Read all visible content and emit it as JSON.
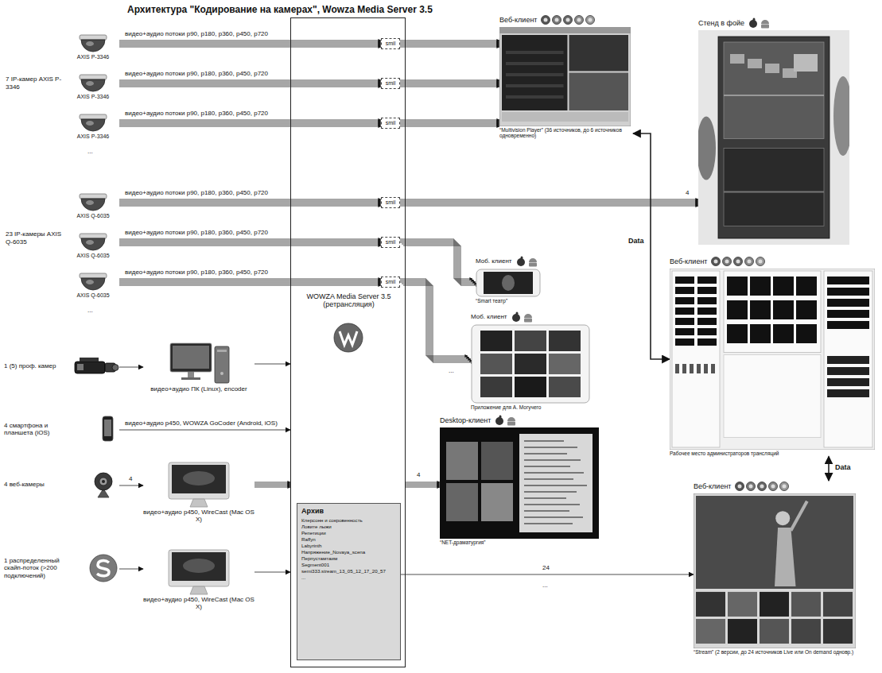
{
  "diagram": {
    "title": "Архитектура \"Кодирование на камерах\", Wowza Media Server 3.5",
    "nodes": [
      {
        "text": [
          "AXIS P-3346"
        ]
      },
      {
        "text": [
          "AXIS P-3346"
        ]
      },
      {
        "text": [
          "AXIS P-3346"
        ]
      },
      {
        "text": [
          "AXIS Q-6035"
        ]
      },
      {
        "text": [
          "AXIS Q-6035"
        ]
      },
      {
        "text": [
          "AXIS Q-6035"
        ]
      },
      {
        "text": [
          "1 (5) проф. камер"
        ]
      },
      {
        "text": [
          "видео+аудио ПК (Linux), encoder"
        ]
      },
      {
        "text": [
          "4 смартфона и планшета (iOS)"
        ]
      },
      {
        "text": [
          "4 веб-камеры"
        ]
      },
      {
        "text": [
          "видео+аудио p450, WireCast (Mac OS X)"
        ]
      },
      {
        "text": [
          "1 распределенный скайп-поток (>200 подключений)"
        ]
      },
      {
        "text": [
          "видео+аудио p450, WireCast (Mac OS X)"
        ]
      },
      {
        "text": [
          "WOWZA Media Server 3.5 (ретрансляция)"
        ]
      },
      {
        "text": [
          "smil"
        ],
        "in": 13
      },
      {
        "text": [
          "smil"
        ],
        "in": 13
      },
      {
        "text": [
          "smil"
        ],
        "in": 13
      },
      {
        "text": [
          "smil"
        ],
        "in": 13
      },
      {
        "text": [
          "smil"
        ],
        "in": 13
      },
      {
        "text": [
          "smil"
        ],
        "in": 13
      },
      {
        "text": [
          "Архив",
          "Клерсонн и сокровенность",
          "Ловите лыжи",
          "Репетиции",
          "Raffyn",
          "Labyrinth",
          "Напряжение_Novaya_scena",
          "Перпустамтаим",
          "Segment001",
          "semi333.stream_13_05_12_17_20_57",
          "..."
        ],
        "in": 13
      },
      {
        "text": [
          "Веб-клиент",
          "“Multivision Player” (36 источников, до 6 источников одновременно)"
        ]
      },
      {
        "text": [
          "Стенд в фойе"
        ]
      },
      {
        "text": [
          "Моб. клиент",
          "“Smart театр”"
        ]
      },
      {
        "text": [
          "Моб. клиент",
          "Приложение для А. Могучего"
        ]
      },
      {
        "text": [
          "Веб-клиент",
          "Рабочее место администраторов трансляций"
        ]
      },
      {
        "text": [
          "Desktop-клиент",
          "“NET-драматургия”"
        ]
      },
      {
        "text": [
          "Веб-клиент",
          "“Stream” (2 версии, до 24 источников Live или On demand одновр.)"
        ]
      }
    ],
    "edges": [
      {
        "from": 0,
        "to": 14,
        "arrow": "to",
        "label": "видео+аудио потоки p90, p180, p360, p450, p720"
      },
      {
        "from": 1,
        "to": 15,
        "arrow": "to",
        "label": "видео+аудио потоки p90, p180, p360, p450, p720"
      },
      {
        "from": 2,
        "to": 16,
        "arrow": "to",
        "label": "видео+аудио потоки p90, p180, p360, p450, p720"
      },
      {
        "from": 3,
        "to": 17,
        "arrow": "to",
        "label": "видео+аудио потоки p90, p180, p360, p450, p720"
      },
      {
        "from": 4,
        "to": 18,
        "arrow": "to",
        "label": "видео+аудио потоки p90, p180, p360, p450, p720"
      },
      {
        "from": 5,
        "to": 19,
        "arrow": "to",
        "label": "видео+аудио потоки p90, p180, p360, p450, p720"
      },
      {
        "from": 6,
        "to": 7,
        "arrow": "to"
      },
      {
        "from": 7,
        "to": 13,
        "arrow": "to"
      },
      {
        "from": 8,
        "to": 13,
        "arrow": "to",
        "label": "видео+аудио p450, WOWZA GoCoder (Android, iOS)"
      },
      {
        "from": 9,
        "to": 10,
        "arrow": "to",
        "label": "4"
      },
      {
        "from": 10,
        "to": 13,
        "arrow": "to"
      },
      {
        "from": 11,
        "to": 12,
        "arrow": "to"
      },
      {
        "from": 12,
        "to": 13,
        "arrow": "to"
      },
      {
        "from": 14,
        "to": 21,
        "arrow": "to"
      },
      {
        "from": 15,
        "to": 21,
        "arrow": "to"
      },
      {
        "from": 16,
        "to": 21,
        "arrow": "to"
      },
      {
        "from": 17,
        "to": 22,
        "arrow": "to",
        "label": "4"
      },
      {
        "from": 18,
        "to": 23,
        "arrow": "to"
      },
      {
        "from": 19,
        "to": 24,
        "arrow": "to"
      },
      {
        "from": 13,
        "to": 26,
        "arrow": "to",
        "label": "4"
      },
      {
        "from": 20,
        "to": 27,
        "arrow": "to",
        "label": "24"
      },
      {
        "from": 21,
        "to": 25,
        "arrow": "both",
        "label": "Data"
      },
      {
        "from": 25,
        "to": 27,
        "arrow": "both",
        "label": "Data"
      }
    ],
    "labels": [
      "7 IP-камер AXIS P-3346",
      "23 IP-камеры AXIS Q-6035",
      "...",
      "...",
      "...",
      "..."
    ]
  }
}
